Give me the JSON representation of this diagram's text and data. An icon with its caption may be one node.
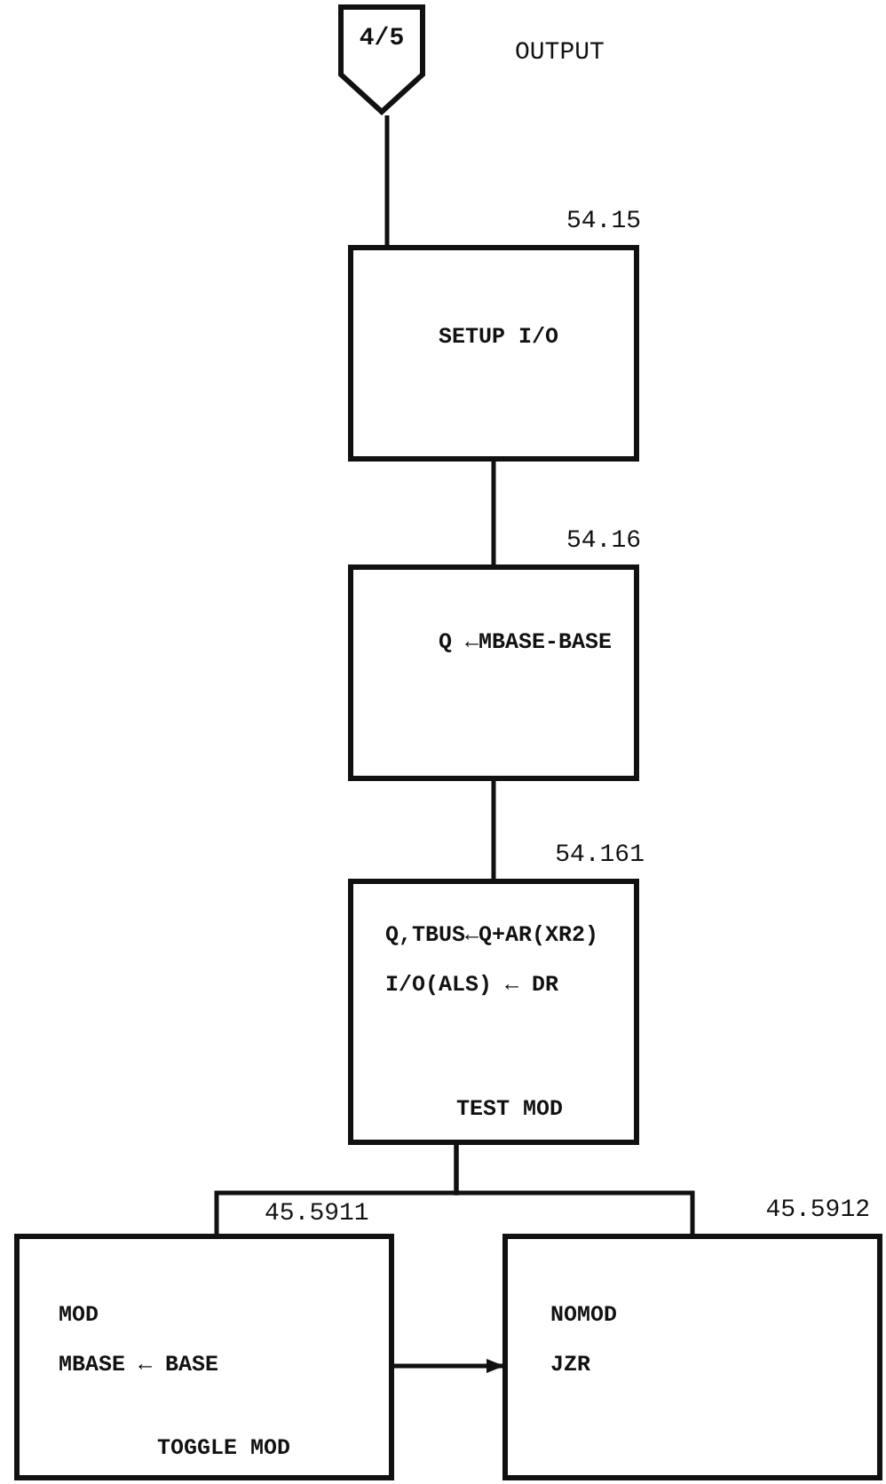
{
  "diagram": {
    "nodes": [
      {
        "text": [
          "4/5"
        ],
        "beside": [
          "OUTPUT"
        ]
      },
      {
        "text": [
          "SETUP I/O"
        ],
        "beside": [
          "54.15"
        ]
      },
      {
        "text": [
          "Q ←MBASE-BASE"
        ],
        "beside": [
          "54.16"
        ]
      },
      {
        "text": [
          "Q,TBUS←Q+AR(XR2)",
          "I/O(ALS) ← DR",
          "TEST MOD"
        ],
        "beside": [
          "54.161"
        ]
      },
      {
        "text": [
          "MOD",
          "MBASE ← BASE",
          "TOGGLE MOD"
        ],
        "beside": [
          "45.5911"
        ]
      },
      {
        "text": [
          "NOMOD",
          "JZR"
        ],
        "beside": [
          "45.5912"
        ]
      }
    ],
    "edges": [
      {
        "from": 0,
        "to": 1,
        "arrow": "none"
      },
      {
        "from": 1,
        "to": 2,
        "arrow": "none"
      },
      {
        "from": 2,
        "to": 3,
        "arrow": "none"
      },
      {
        "from": 3,
        "to": 4,
        "arrow": "none"
      },
      {
        "from": 3,
        "to": 5,
        "arrow": "none"
      },
      {
        "from": 4,
        "to": 5,
        "arrow": "to"
      }
    ]
  }
}
